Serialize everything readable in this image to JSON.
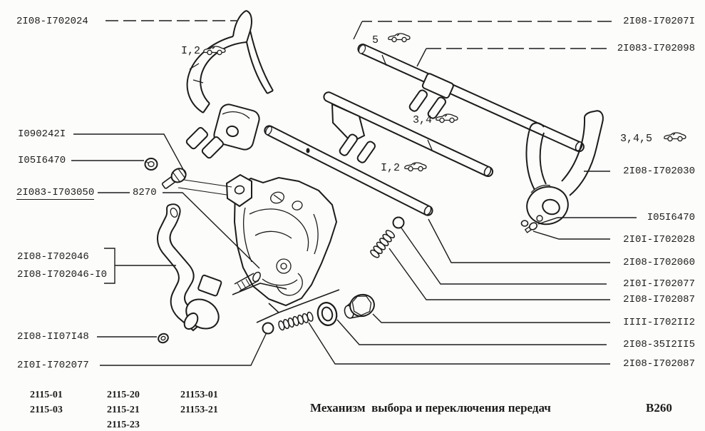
{
  "figure": {
    "code": "B260",
    "caption": "Механизм  выбора и переключения передач"
  },
  "models": {
    "col1": [
      "2115-01",
      "2115-03"
    ],
    "col2": [
      "2115-20",
      "2115-21",
      "2115-23"
    ],
    "col3": [
      "21153-01",
      "21153-21"
    ]
  },
  "part_labels": {
    "left": [
      "2I08-I702024",
      "I090242I",
      "I05I6470",
      "2I083-I703050",
      "8270",
      "2I08-I702046",
      "2I08-I702046-I0",
      "2I08-II07I48",
      "2I0I-I702077"
    ],
    "right": [
      "2I08-I70207I",
      "2I083-I702098",
      "2I08-I702030",
      "I05I6470",
      "2I0I-I702028",
      "2I08-I702060",
      "2I0I-I702077",
      "2I08-I702087",
      "IIII-I702II2",
      "2I08-35I2II5",
      "2I08-I702087"
    ],
    "gear_tags": [
      "I,2",
      "5",
      "3,4",
      "I,2",
      "3,4,5"
    ]
  }
}
